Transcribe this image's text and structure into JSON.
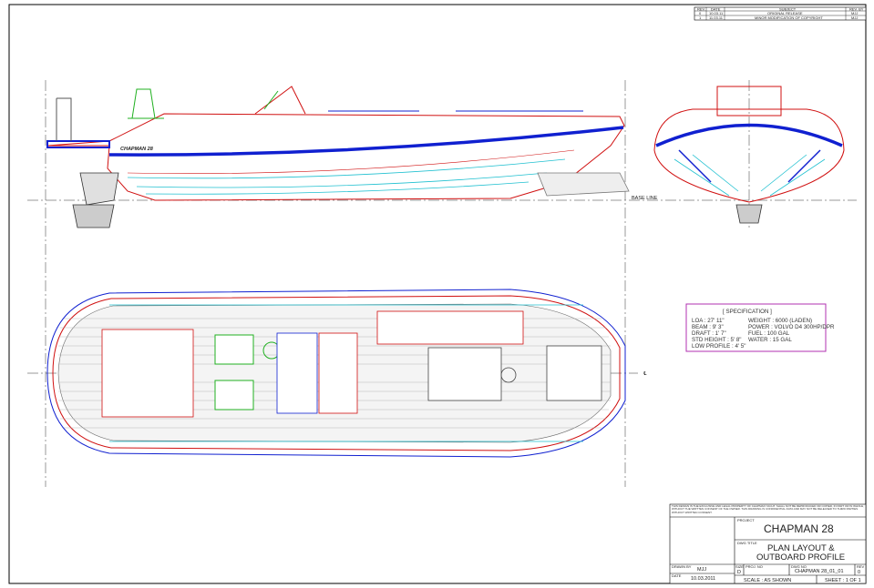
{
  "revision_table": {
    "headers": [
      "REV.",
      "DATE",
      "SUBJECT",
      "REV. BY"
    ],
    "rows": [
      {
        "rev": "0",
        "date": "10.03.11",
        "subject": "ORIGINAL RELEASE",
        "by": "MJJ"
      },
      {
        "rev": "1",
        "date": "11.03.11",
        "subject": "MINOR MODIFICATION OF COPYRIGHT",
        "by": "MJJ"
      }
    ]
  },
  "profile": {
    "hull_name": "CHAPMAN 28",
    "base_line_label": "BASE LINE"
  },
  "plan": {
    "centerline_label": "℄"
  },
  "specification": {
    "title": "[ SPECIFICATION ]",
    "left": [
      "LOA : 27' 11\"",
      "BEAM : 9' 3\"",
      "DRAFT : 1' 7\"",
      "STD HEIGHT : 5' 8\"",
      "LOW PROFILE : 4' 5\""
    ],
    "right": [
      "WEIGHT : 6000 (LADEN)",
      "POWER : VOLVO D4 300HP/DPR",
      "FUEL : 100 GAL",
      "WATER : 15 GAL"
    ]
  },
  "title_block": {
    "copyright": "THIS DESIGN IS THE EXCLUSIVE AND LEGAL PROPERTY OF CHAPMAN YACHT. SHALL NOT BE REPRODUCED OR COPIED, IN PART OR IN WHOLE, WITHOUT THE WRITTEN CONSENT OF THE OWNER. THIS DRAWING IS CONFIDENTIAL DATA AND MAY NOT BE RELEASED TO THIRD PARTIES WITHOUT WRITTEN CONSENT.",
    "project_label": "PROJECT",
    "project": "CHAPMAN 28",
    "dwg_title_label": "DWG TITLE",
    "dwg_title_line1": "PLAN LAYOUT &",
    "dwg_title_line2": "OUTBOARD PROFILE",
    "drawn_by_label": "DRAWN BY",
    "drawn_by": "MJJ",
    "date_label": "DATE",
    "date": "10.03.2011",
    "size_label": "SIZE",
    "size": "D",
    "proj_no_label": "PROJ. NO",
    "dwg_no_label": "DWG NO",
    "dwg_no": "CHAPMAN 28_01_01",
    "rev_label": "REV",
    "rev": "0",
    "scale": "SCALE : AS SHOWN",
    "sheet": "SHEET : 1 OF 1"
  },
  "colors": {
    "hull": "#d01010",
    "stripe": "#1020d0",
    "cyan": "#20c0d0",
    "green": "#20b020",
    "magenta": "#b030b0"
  }
}
